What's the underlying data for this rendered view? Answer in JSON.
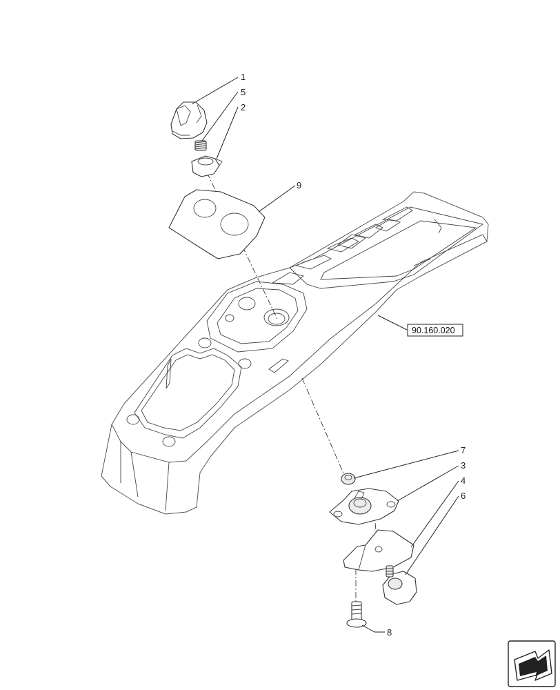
{
  "callouts": [
    {
      "id": "1",
      "label": "1"
    },
    {
      "id": "5",
      "label": "5"
    },
    {
      "id": "2",
      "label": "2"
    },
    {
      "id": "9",
      "label": "9"
    },
    {
      "id": "7",
      "label": "7"
    },
    {
      "id": "3",
      "label": "3"
    },
    {
      "id": "4",
      "label": "4"
    },
    {
      "id": "6",
      "label": "6"
    },
    {
      "id": "8",
      "label": "8"
    }
  ],
  "reference": {
    "label": "90.160.020"
  },
  "navigation": {
    "icon": "next-page-arrow-icon"
  }
}
